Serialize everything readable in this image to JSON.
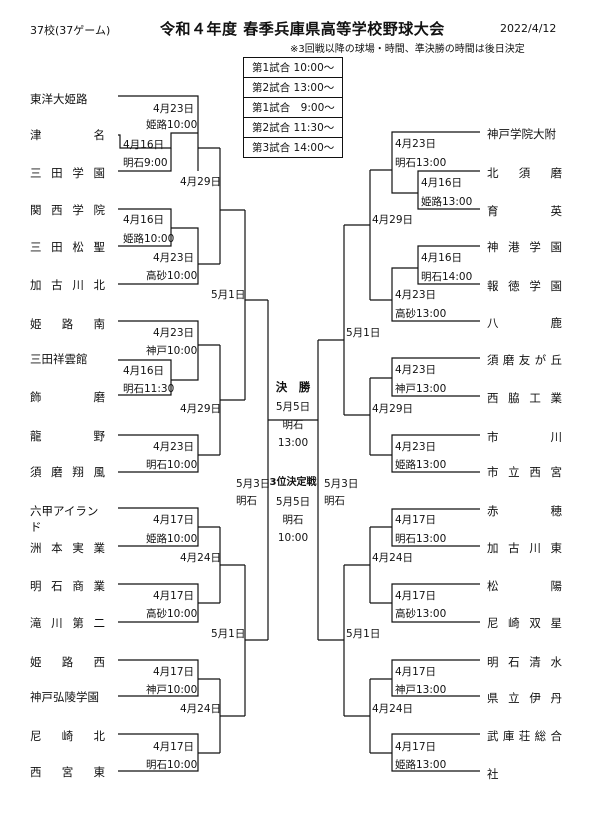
{
  "header": {
    "count": "37校(37ゲーム)",
    "title": "令和４年度 春季兵庫県高等学校野球大会",
    "date": "2022/4/12",
    "note": "※3回戦以降の球場・時間、準決勝の時間は後日決定"
  },
  "schedule": {
    "group1": [
      "第1試合 10:00〜",
      "第2試合 13:00〜"
    ],
    "group2": [
      "第1試合　9:00〜",
      "第2試合 11:30〜",
      "第3試合 14:00〜"
    ]
  },
  "left_teams": [
    "東洋大姫路",
    "津名",
    "三田学園",
    "関西学院",
    "三田松聖",
    "加古川北",
    "姫路南",
    "三田祥雲館",
    "飾磨",
    "龍野",
    "須磨翔風",
    "六甲アイランド",
    "洲本実業",
    "明石商業",
    "滝川第二",
    "姫路西",
    "神戸弘陵学園",
    "尼崎北",
    "西宮東"
  ],
  "right_teams": [
    "神戸学院大附",
    "北須磨",
    "育英",
    "神港学園",
    "報徳学園",
    "八鹿",
    "須磨友が丘",
    "西脇工業",
    "市川",
    "市立西宮",
    "赤穂",
    "加古川東",
    "松陽",
    "尼崎双星",
    "明石清水",
    "県立伊丹",
    "武庫荘総合",
    "社"
  ],
  "labels": {
    "apr23": "4月23日",
    "apr16": "4月16日",
    "apr17": "4月17日",
    "apr29": "4月29日",
    "apr24": "4月24日",
    "may1": "5月1日",
    "may3": "5月3日",
    "himeji1000": "姫路10:00",
    "himeji1300": "姫路13:00",
    "akashi900": "明石9:00",
    "akashi1000": "明石10:00",
    "akashi1130": "明石11:30",
    "akashi1300": "明石13:00",
    "akashi1400": "明石14:00",
    "takasago1000": "高砂10:00",
    "takasago1300": "高砂13:00",
    "kobe1000": "神戸10:00",
    "kobe1300": "神戸13:00",
    "akashi": "明石"
  },
  "final": {
    "title": "決　勝",
    "date": "5月5日",
    "venue": "明石",
    "time": "13:00"
  },
  "third_place": {
    "title": "3位決定戦",
    "date": "5月5日",
    "venue": "明石",
    "time": "10:00"
  }
}
